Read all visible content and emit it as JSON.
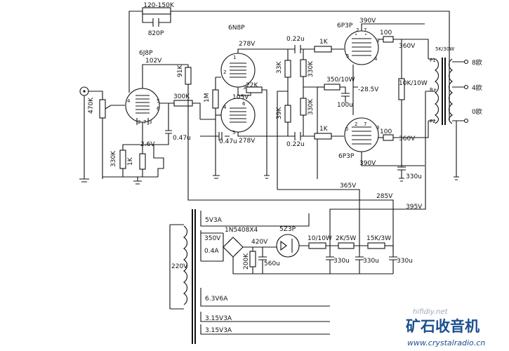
{
  "tubes": {
    "v1": "6J8P",
    "v2": "6N8P",
    "v3_top": "6P3P",
    "v3_bottom": "6P3P",
    "rect": "5Z3P"
  },
  "feedback": {
    "resistor": "120-150K",
    "capacitor": "820P"
  },
  "volts": {
    "v102": "102V",
    "v278a": "278V",
    "v105": "105V",
    "v278b": "278V",
    "v390a": "390V",
    "v390b": "390V",
    "v360a": "360V",
    "v360b": "360V",
    "v2_6": "2.6V",
    "bias": "-28.5V",
    "b365": "365V",
    "b285": "285V",
    "b395": "395V",
    "v420": "420V"
  },
  "parts": {
    "pot": "470K",
    "r91k": "91K",
    "r300k": "300K",
    "c047a": "0.47u",
    "r330k_in": "330K",
    "r1k_k": "1K",
    "r1m": "1M",
    "r22k": "22K",
    "c047b": "0.47u",
    "c022a": "0.22u",
    "c022b": "0.22u",
    "r33k": "33K",
    "r39k": "39K",
    "r330k_a": "330K",
    "r330k_b": "330K",
    "r1k_a": "1K",
    "r1k_b": "1K",
    "r350": "350/10W",
    "c100u": "100u",
    "r100a": "100",
    "r100b": "100",
    "r10k10w": "10K/10W",
    "c330_out": "330u",
    "ot": "5K/30W",
    "p1": "P1",
    "p2": "P2",
    "b_plus": "B+"
  },
  "taps": {
    "t8": "8欧",
    "t4": "4欧",
    "t0": "0欧"
  },
  "power": {
    "w5v": "5V3A",
    "w350": "350V",
    "w04": "0.4A",
    "mains": "220V",
    "w63": "6.3V6A",
    "w315a": "3.15V3A",
    "w315b": "3.15V3A",
    "bridge": "1N5408X4",
    "r200k": "200K",
    "c560": "560u",
    "r10_10w": "10/10W",
    "r2k5w": "2K/5W",
    "r15k3w": "15K/3W",
    "c330a": "330u",
    "c330b": "330u",
    "c330c": "330u"
  },
  "brand": {
    "name": "矿石收音机",
    "url": "www.crystalradio.cn",
    "watermark": "hifidiy.net"
  }
}
